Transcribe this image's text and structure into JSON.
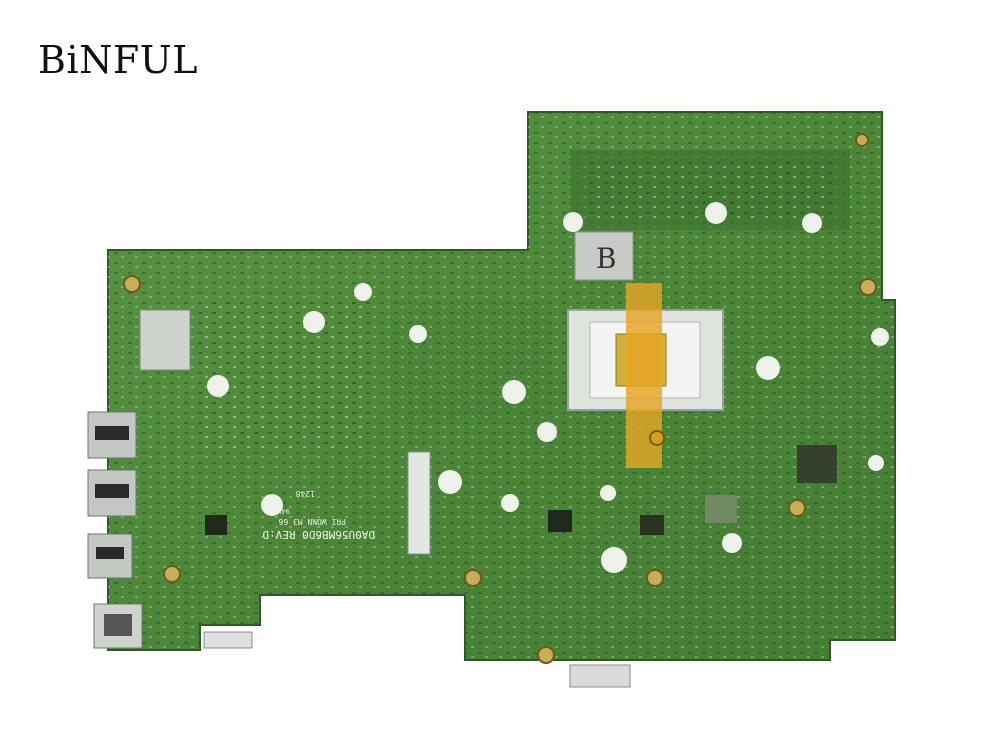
{
  "watermark": {
    "text": "BiNFUL"
  },
  "board": {
    "silkscreen_line1": "DA0U56MB6D0 REV:D",
    "silkscreen_line2": "PRI WONN M3 66",
    "silkscreen_line3": "94V-0",
    "silkscreen_line4": "1248",
    "corner_mark": "B"
  },
  "colors": {
    "background": "#ffffff",
    "pcb_green": "#4f8a3c",
    "pcb_dark": "#3e7330",
    "silk": "#e8efe2",
    "metal": "#c9ccc9",
    "gold": "#d8b23a",
    "kapton": "#e6a21e"
  }
}
